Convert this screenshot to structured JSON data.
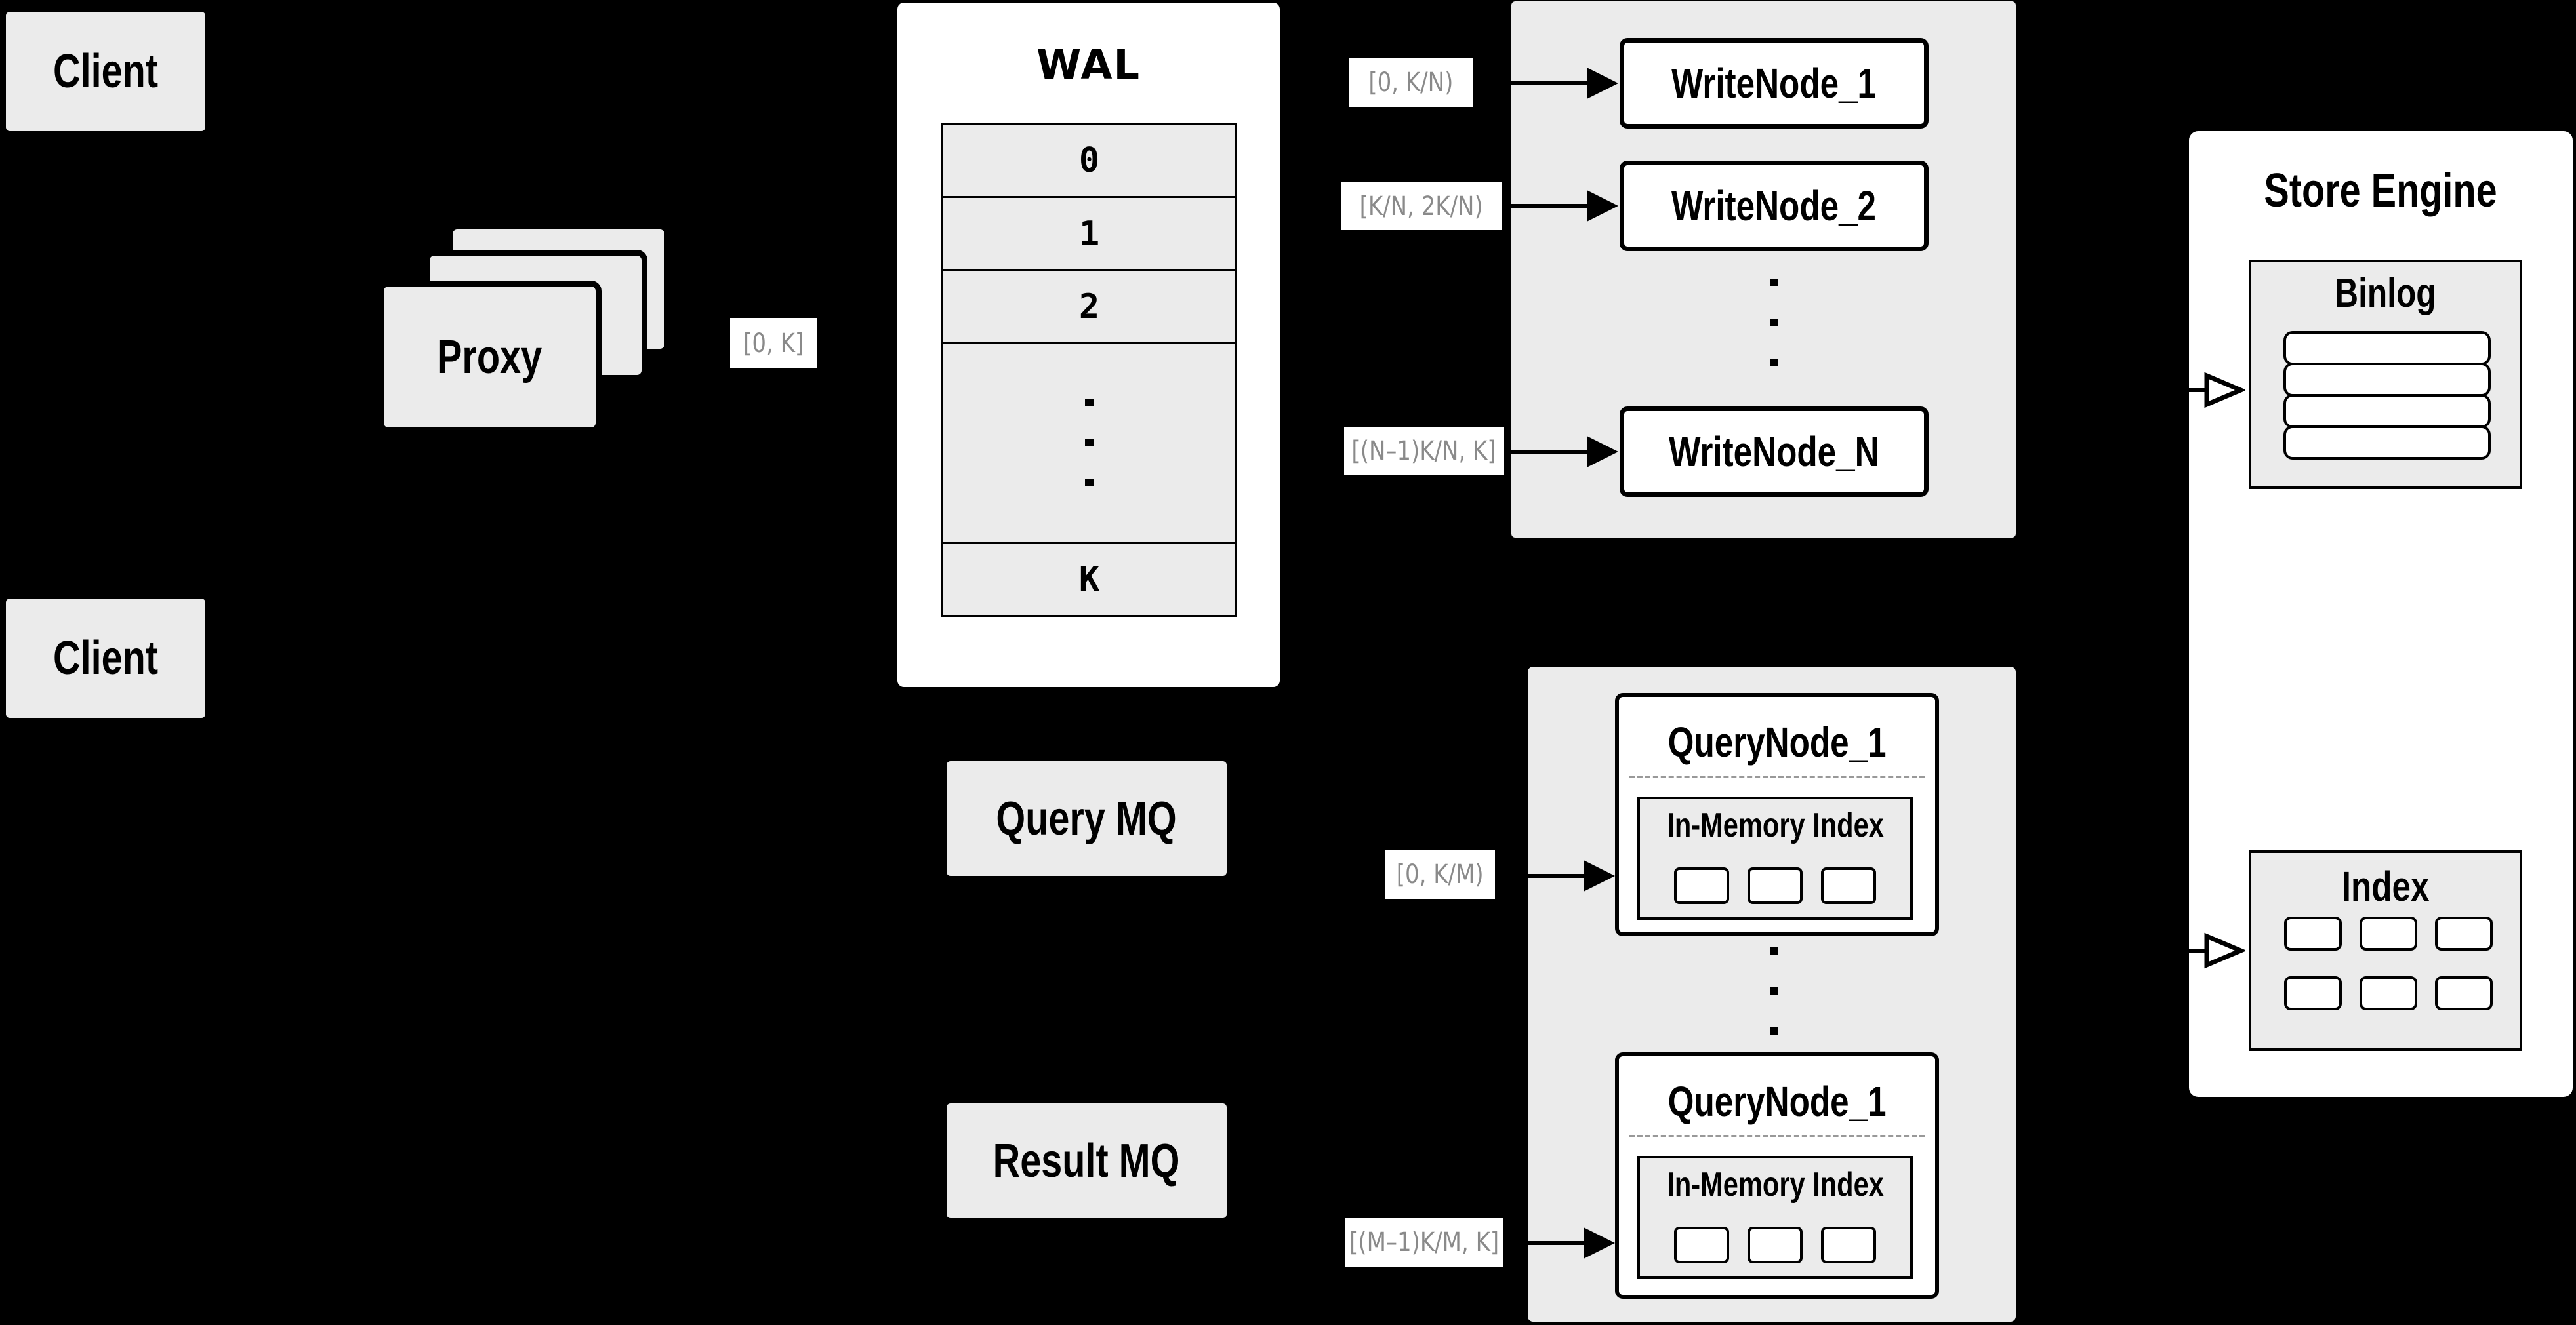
{
  "colors": {
    "background": "#000000",
    "box_gray": "#ebebeb",
    "box_white": "#ffffff",
    "border": "#000000",
    "range_label_text": "#8a8a8a",
    "dashed_divider": "#999999"
  },
  "diagram": {
    "client_top": "Client",
    "client_bottom": "Client",
    "proxy": {
      "label": "Proxy",
      "range": "[0, K]"
    },
    "wal": {
      "title": "WAL",
      "rows": [
        "0",
        "1",
        "2"
      ],
      "last_row": "K"
    },
    "write_group": {
      "nodes": [
        "WriteNode_1",
        "WriteNode_2",
        "WriteNode_N"
      ],
      "ranges": [
        "[0, K/N)",
        "[K/N, 2K/N)",
        "[(N–1)K/N, K]"
      ]
    },
    "mq": {
      "query": "Query MQ",
      "result": "Result MQ"
    },
    "query_group": {
      "nodes": [
        {
          "title": "QueryNode_1",
          "inner": "In-Memory Index"
        },
        {
          "title": "QueryNode_1",
          "inner": "In-Memory Index"
        }
      ],
      "ranges": [
        "[0, K/M)",
        "[(M–1)K/M, K]"
      ]
    },
    "store_engine": {
      "title": "Store Engine",
      "binlog_title": "Binlog",
      "index_title": "Index"
    }
  }
}
